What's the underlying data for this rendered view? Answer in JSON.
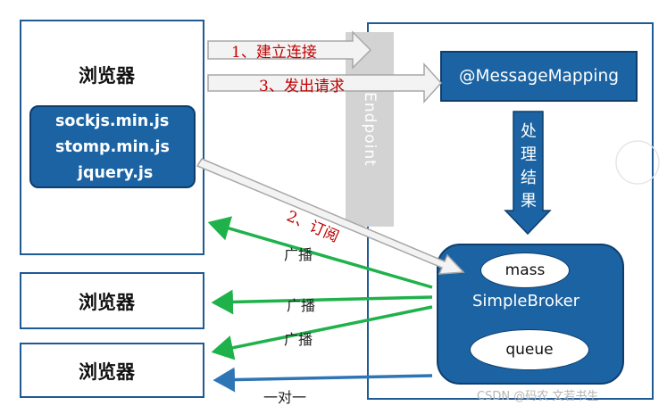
{
  "browsers": [
    {
      "label": "浏览器"
    },
    {
      "label": "浏览器"
    },
    {
      "label": "浏览器"
    }
  ],
  "libraries": [
    "sockjs.min.js",
    "stomp.min.js",
    "jquery.js"
  ],
  "endpoint_label": "Endpoint",
  "message_mapping_label": "@MessageMapping",
  "processing_label": [
    "处",
    "理",
    "结",
    "果"
  ],
  "broker": {
    "title": "SimpleBroker",
    "destinations": [
      "mass",
      "queue"
    ]
  },
  "steps": {
    "connect": "1、建立连接",
    "subscribe": "2、订阅",
    "request": "3、发出请求"
  },
  "flows": {
    "broadcast": [
      "广播",
      "广播",
      "广播"
    ],
    "one_to_one": "一对一"
  },
  "watermark": "CSDN @码农 文若书生",
  "colors": {
    "box_blue": "#1b63a3",
    "border_blue": "#1f5a94",
    "broadcast_green": "#1fb24a",
    "one_to_one_blue": "#2e75b6",
    "step_red": "#c00000",
    "endpoint_gray": "#d3d3d3"
  }
}
